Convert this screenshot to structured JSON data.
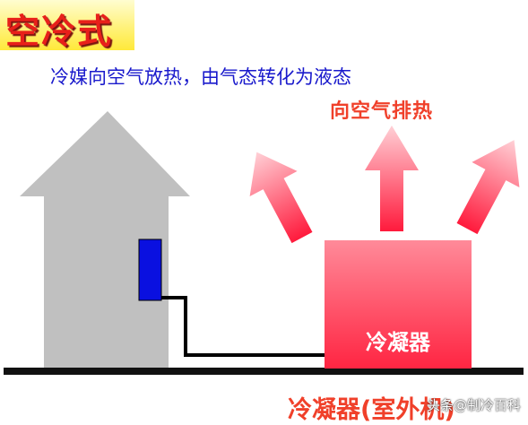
{
  "title": "空冷式",
  "description": "冷媒向空气放热，由气态转化为液态",
  "heat_label": "向空气排热",
  "condenser_label": "冷凝器",
  "outdoor_label": "冷凝器(室外机)",
  "watermark": "头条@制冷百科",
  "colors": {
    "title_text": "#e8201a",
    "title_bg": "#fff27a",
    "description_text": "#1a1acc",
    "heat_arrows": "#ff3350",
    "heat_label": "#f0402a",
    "condenser": "#ff4a60",
    "house": "#c0c0c0",
    "evaporator": "#0a10e0",
    "pipe": "#000000",
    "ground": "#111111"
  }
}
